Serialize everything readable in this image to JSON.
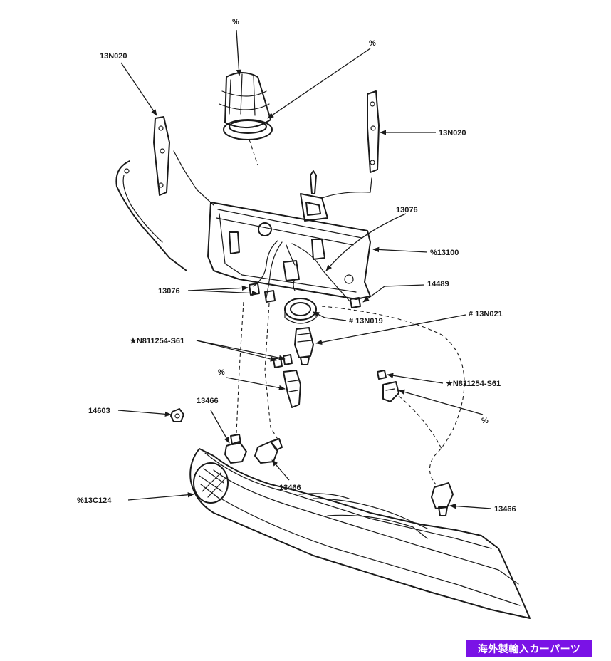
{
  "labels": {
    "percent_top1": "%",
    "percent_top2": "%",
    "bracket_left": "13N020",
    "bracket_right": "13N020",
    "socket_upper": "13076",
    "housing": "%13100",
    "socket_left": "13076",
    "wire_14489": "14489",
    "retainer": "# 13N019",
    "bulb_13n021": "# 13N021",
    "nut_left": "★N811254-S61",
    "bracket_small_left": "%",
    "nut_right": "★N811254-S61",
    "bracket_small_right": "%",
    "nut_14603": "14603",
    "bulb_left": "13466",
    "bulb_mid": "13466",
    "bulb_right": "13466",
    "lens": "%13C124"
  },
  "badge": {
    "text": "海外製輸入カーパーツ",
    "color": "#7a12e6"
  }
}
